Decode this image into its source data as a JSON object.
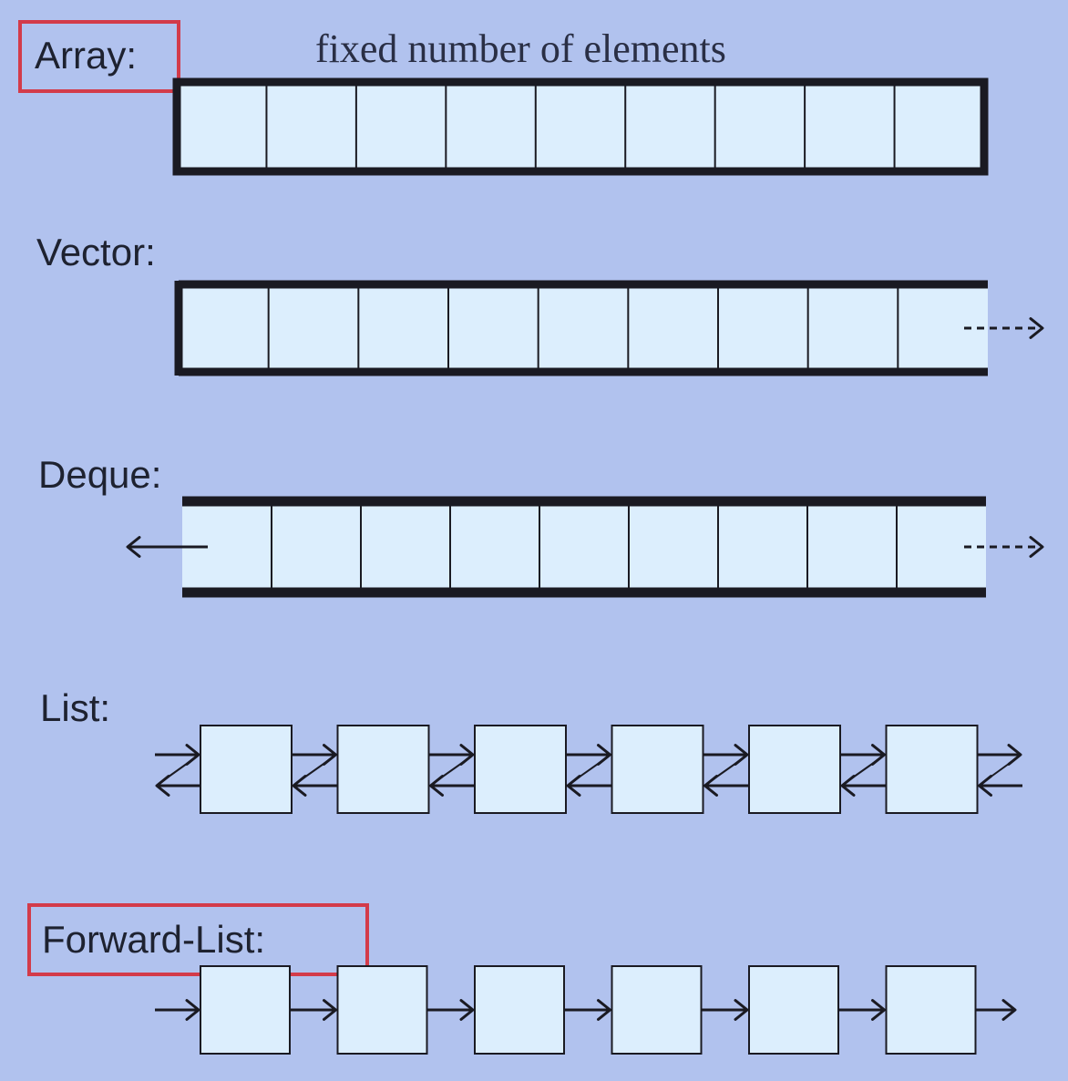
{
  "array": {
    "label": "Array:",
    "note": "fixed number of elements",
    "cells": 9,
    "highlighted": true
  },
  "vector": {
    "label": "Vector:",
    "cells": 9
  },
  "deque": {
    "label": "Deque:",
    "cells": 9
  },
  "list": {
    "label": "List:",
    "nodes": 6
  },
  "forward_list": {
    "label": "Forward-List:",
    "nodes": 6,
    "highlighted": true
  },
  "colors": {
    "background": "#b1c2ee",
    "cell_fill": "#dceefd",
    "stroke": "#1a1a22",
    "highlight": "#d33b4a"
  }
}
